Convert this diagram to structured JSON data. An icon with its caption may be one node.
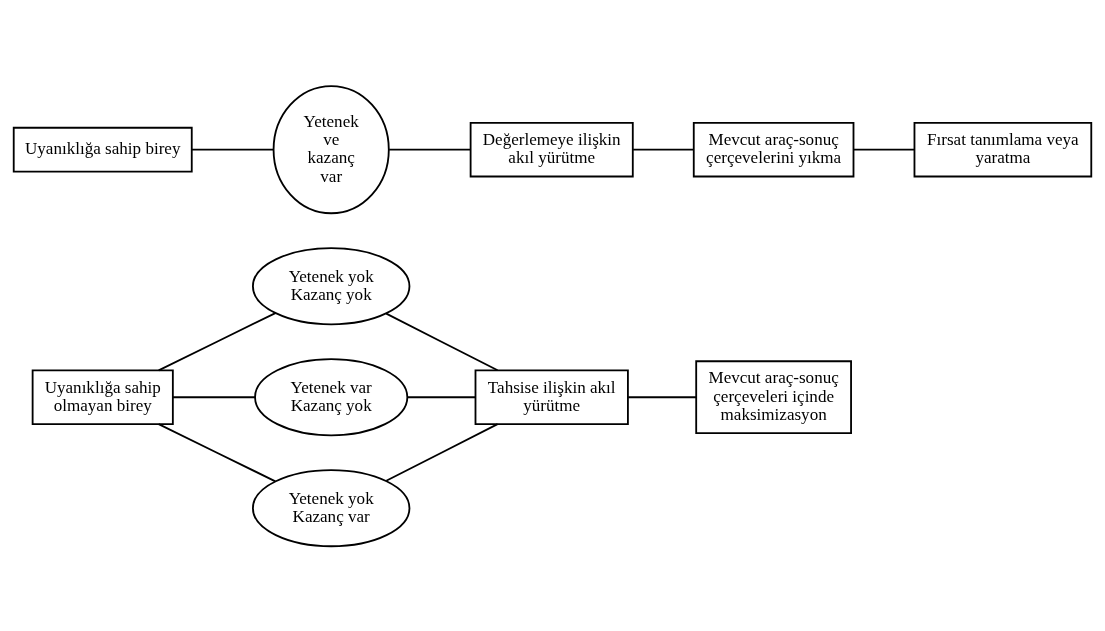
{
  "diagram": {
    "nodes": [
      {
        "text": [
          "Uyanıklığa sahip olmayan birey"
        ]
      },
      {
        "text": [
          "Yetenek yok Kazanç yok"
        ]
      },
      {
        "text": [
          "Tahsise ilişkin akıl yürütme"
        ]
      },
      {
        "text": [
          "Mevcut araç-sonuç çerçeveleri içinde maksimizasyon"
        ]
      },
      {
        "text": [
          "Yetenek var Kazanç yok"
        ]
      },
      {
        "text": [
          "Yetenek yok Kazanç var"
        ]
      },
      {
        "text": [
          "Uyanıklığa sahip birey"
        ]
      },
      {
        "text": [
          "Yetenek ve kazanç var"
        ]
      },
      {
        "text": [
          "Değerlemeye ilişkin akıl yürütme"
        ]
      },
      {
        "text": [
          "Mevcut araç-sonuç çerçevelerini yıkma"
        ]
      },
      {
        "text": [
          "Fırsat tanımlama veya yaratma"
        ]
      }
    ],
    "edges": [
      {
        "from": 0,
        "to": 1,
        "arrow": "none"
      },
      {
        "from": 1,
        "to": 2,
        "arrow": "none"
      },
      {
        "from": 2,
        "to": 3,
        "arrow": "none"
      },
      {
        "from": 0,
        "to": 4,
        "arrow": "none"
      },
      {
        "from": 4,
        "to": 2,
        "arrow": "none"
      },
      {
        "from": 0,
        "to": 5,
        "arrow": "none"
      },
      {
        "from": 5,
        "to": 2,
        "arrow": "none"
      },
      {
        "from": 6,
        "to": 7,
        "arrow": "none"
      },
      {
        "from": 7,
        "to": 8,
        "arrow": "none"
      },
      {
        "from": 8,
        "to": 9,
        "arrow": "none"
      },
      {
        "from": 9,
        "to": 10,
        "arrow": "none"
      }
    ]
  }
}
